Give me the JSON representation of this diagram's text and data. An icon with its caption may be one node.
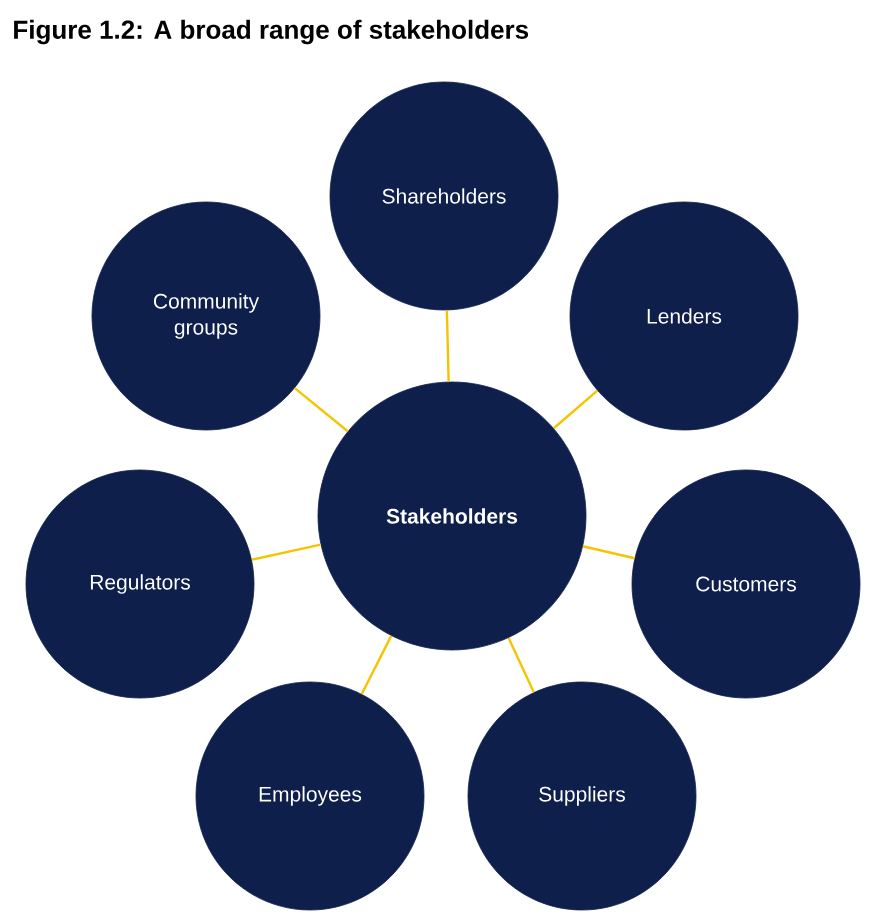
{
  "diagram": {
    "title": "Figure 1.2: A broad range of stakeholders",
    "nodes": [
      {
        "text": [
          "Shareholders"
        ]
      },
      {
        "text": [
          "Community groups"
        ]
      },
      {
        "text": [
          "Lenders"
        ]
      },
      {
        "text": [
          "Stakeholders"
        ]
      },
      {
        "text": [
          "Regulators"
        ]
      },
      {
        "text": [
          "Customers"
        ]
      },
      {
        "text": [
          "Employees"
        ]
      },
      {
        "text": [
          "Suppliers"
        ]
      }
    ],
    "edges": [
      {
        "from": 3,
        "to": 0,
        "arrow": "none"
      },
      {
        "from": 3,
        "to": 1,
        "arrow": "none"
      },
      {
        "from": 3,
        "to": 2,
        "arrow": "none"
      },
      {
        "from": 3,
        "to": 4,
        "arrow": "none"
      },
      {
        "from": 3,
        "to": 5,
        "arrow": "none"
      },
      {
        "from": 3,
        "to": 6,
        "arrow": "none"
      },
      {
        "from": 3,
        "to": 7,
        "arrow": "none"
      }
    ]
  }
}
